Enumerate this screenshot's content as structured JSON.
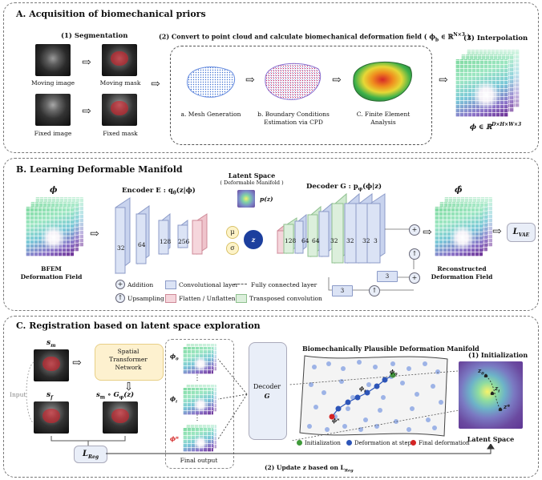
{
  "panel_a": {
    "title": "A. Acquisition of biomechanical priors",
    "seg_title": "(1) Segmentation",
    "moving_image": "Moving image",
    "moving_mask": "Moving mask",
    "fixed_image": "Fixed image",
    "fixed_mask": "Fixed mask",
    "pc_title": "(2) Convert to point cloud and calculate biomechanical deformation field ( ϕ",
    "pc_title_sub": "b",
    "pc_title_end": " ∈ ℝ",
    "pc_title_sup": "N×3",
    "pc_title_close": " )",
    "mesh_label": "a. Mesh Generation",
    "bc_label_1": "b. Boundary Conditions",
    "bc_label_2": "Estimation via CPD",
    "fe_label_1": "C. Finite Element",
    "fe_label_2": "Analysis",
    "interp_title": "(3) Interpolation",
    "interp_eq": "ϕ ∈ ℝ",
    "interp_sup": "D×H×W×3"
  },
  "panel_b": {
    "title": "B. Learning Deformable Manifold",
    "phi": "ϕ",
    "bfem_1": "BFEM",
    "bfem_2": "Deformation Field",
    "encoder": "Encoder E : q",
    "encoder_sub": "θ",
    "encoder_end": "(z|ϕ)",
    "enc_layers": [
      "32",
      "64",
      "128",
      "256"
    ],
    "latent_title": "Latent Space",
    "latent_sub": "( Deformable Manifold )",
    "pz": "p(z)",
    "mu": "μ",
    "sigma": "σ",
    "z": "z",
    "decoder": "Decoder G : p",
    "decoder_sub": "φ",
    "decoder_end": "(ϕ|z)",
    "dec_layers": [
      "128",
      "64",
      "64",
      "32",
      "32",
      "32",
      "3"
    ],
    "side_layers": [
      "3",
      "3"
    ],
    "phi_hat": "ϕ̂",
    "recon_1": "Reconstructed",
    "recon_2": "Deformation Field",
    "loss": "L",
    "loss_sub": "VAE",
    "legend": {
      "addition": "Addition",
      "upsampling": "Upsampling",
      "conv": "Convolutional layer",
      "flatten": "Flatten / Unflatten",
      "fc": "Fully connected layer",
      "tconv": "Transposed convolution"
    }
  },
  "panel_c": {
    "title": "C. Registration based on latent space exploration",
    "sm": "s",
    "sm_sub": "m",
    "sf": "s",
    "sf_sub": "f",
    "input": "Input",
    "stn_1": "Spatial",
    "stn_2": "Transformer",
    "stn_3": "Network",
    "warp": "s",
    "warp_sub": "m",
    "warp_end": " ∘ G",
    "warp_sub2": "φ",
    "warp_close": "(z)",
    "loss": "L",
    "loss_sub": "Reg",
    "phi0": "ϕ",
    "phi0_sub": "0",
    "phii": "ϕ",
    "phii_sub": "i",
    "phistar": "ϕ*",
    "dots": "⋮",
    "final_output": "Final output",
    "decoder_1": "Decoder",
    "decoder_2": "G",
    "manifold_title": "Biomechanically Plausible Deformation Manifold",
    "leg_init": "Initialization",
    "leg_step": "Deformation at step i",
    "leg_final": "Final deformation",
    "init_title": "(1) Initialization",
    "z0": "z",
    "z0_sub": "0",
    "zi": "z",
    "zi_sub": "i",
    "zstar": "z*",
    "latent_label": "Latent Space",
    "update": "(2) Update z based on L",
    "update_sub": "Reg",
    "colors": {
      "init": "#3f9a3a",
      "step": "#2d55b8",
      "final": "#d42424",
      "point": "#9db3e6"
    }
  }
}
